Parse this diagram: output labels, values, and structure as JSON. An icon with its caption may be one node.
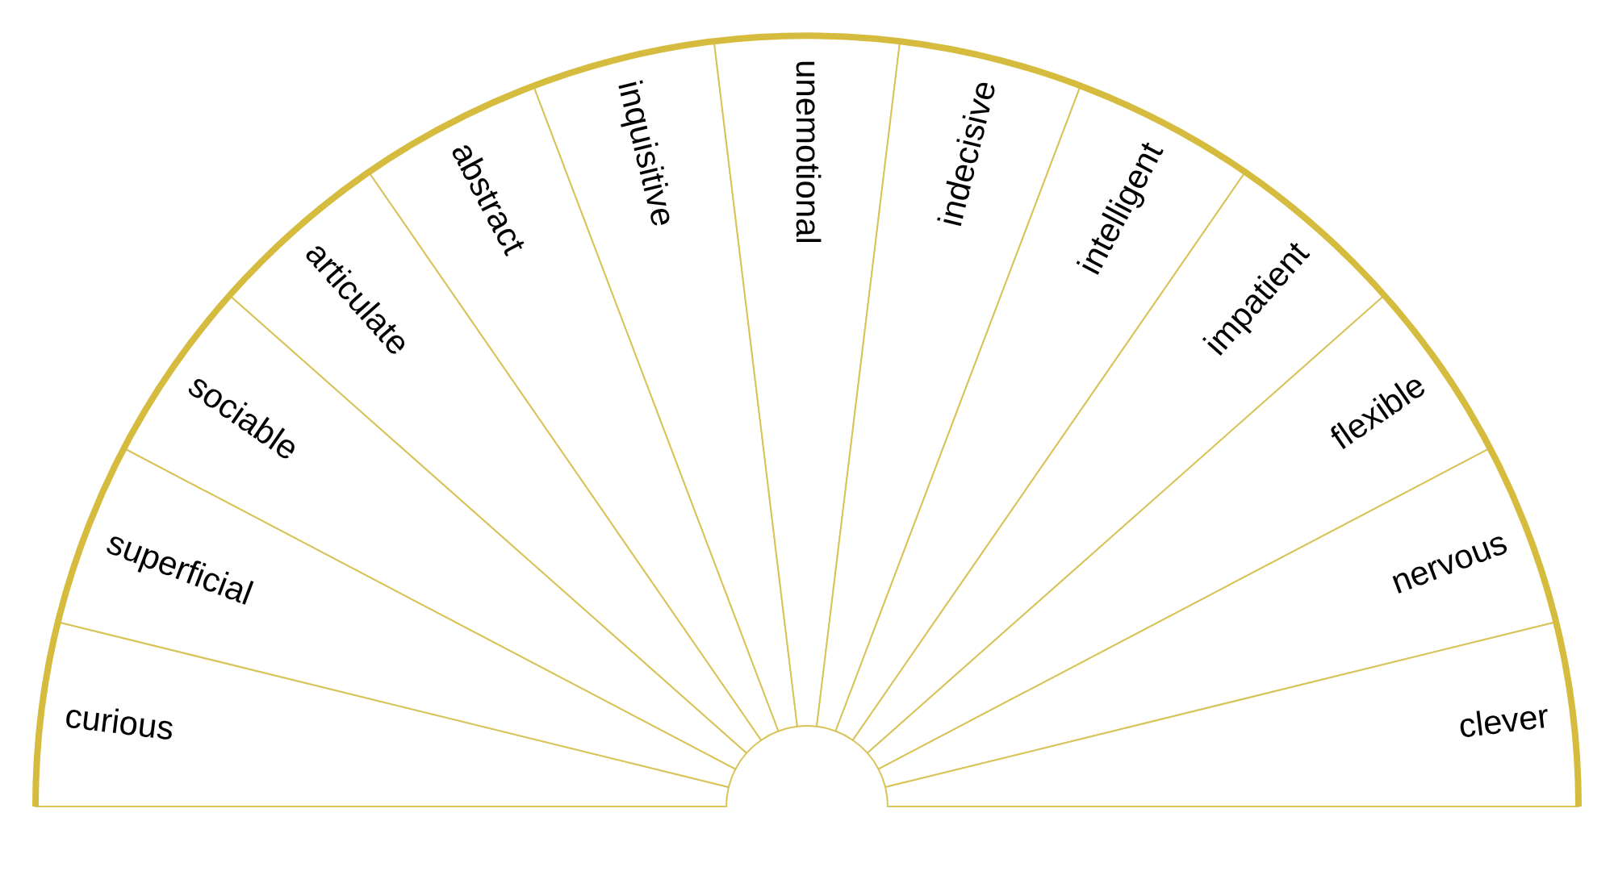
{
  "diagram": {
    "nodes": [
      {
        "text": [
          "curious"
        ]
      },
      {
        "text": [
          "superficial"
        ]
      },
      {
        "text": [
          "sociable"
        ]
      },
      {
        "text": [
          "articulate"
        ]
      },
      {
        "text": [
          "abstract"
        ]
      },
      {
        "text": [
          "inquisitive"
        ]
      },
      {
        "text": [
          "unemotional"
        ]
      },
      {
        "text": [
          "indecisive"
        ]
      },
      {
        "text": [
          "intelligent"
        ]
      },
      {
        "text": [
          "impatient"
        ]
      },
      {
        "text": [
          "flexible"
        ]
      },
      {
        "text": [
          "nervous"
        ]
      },
      {
        "text": [
          "clever"
        ]
      }
    ]
  }
}
